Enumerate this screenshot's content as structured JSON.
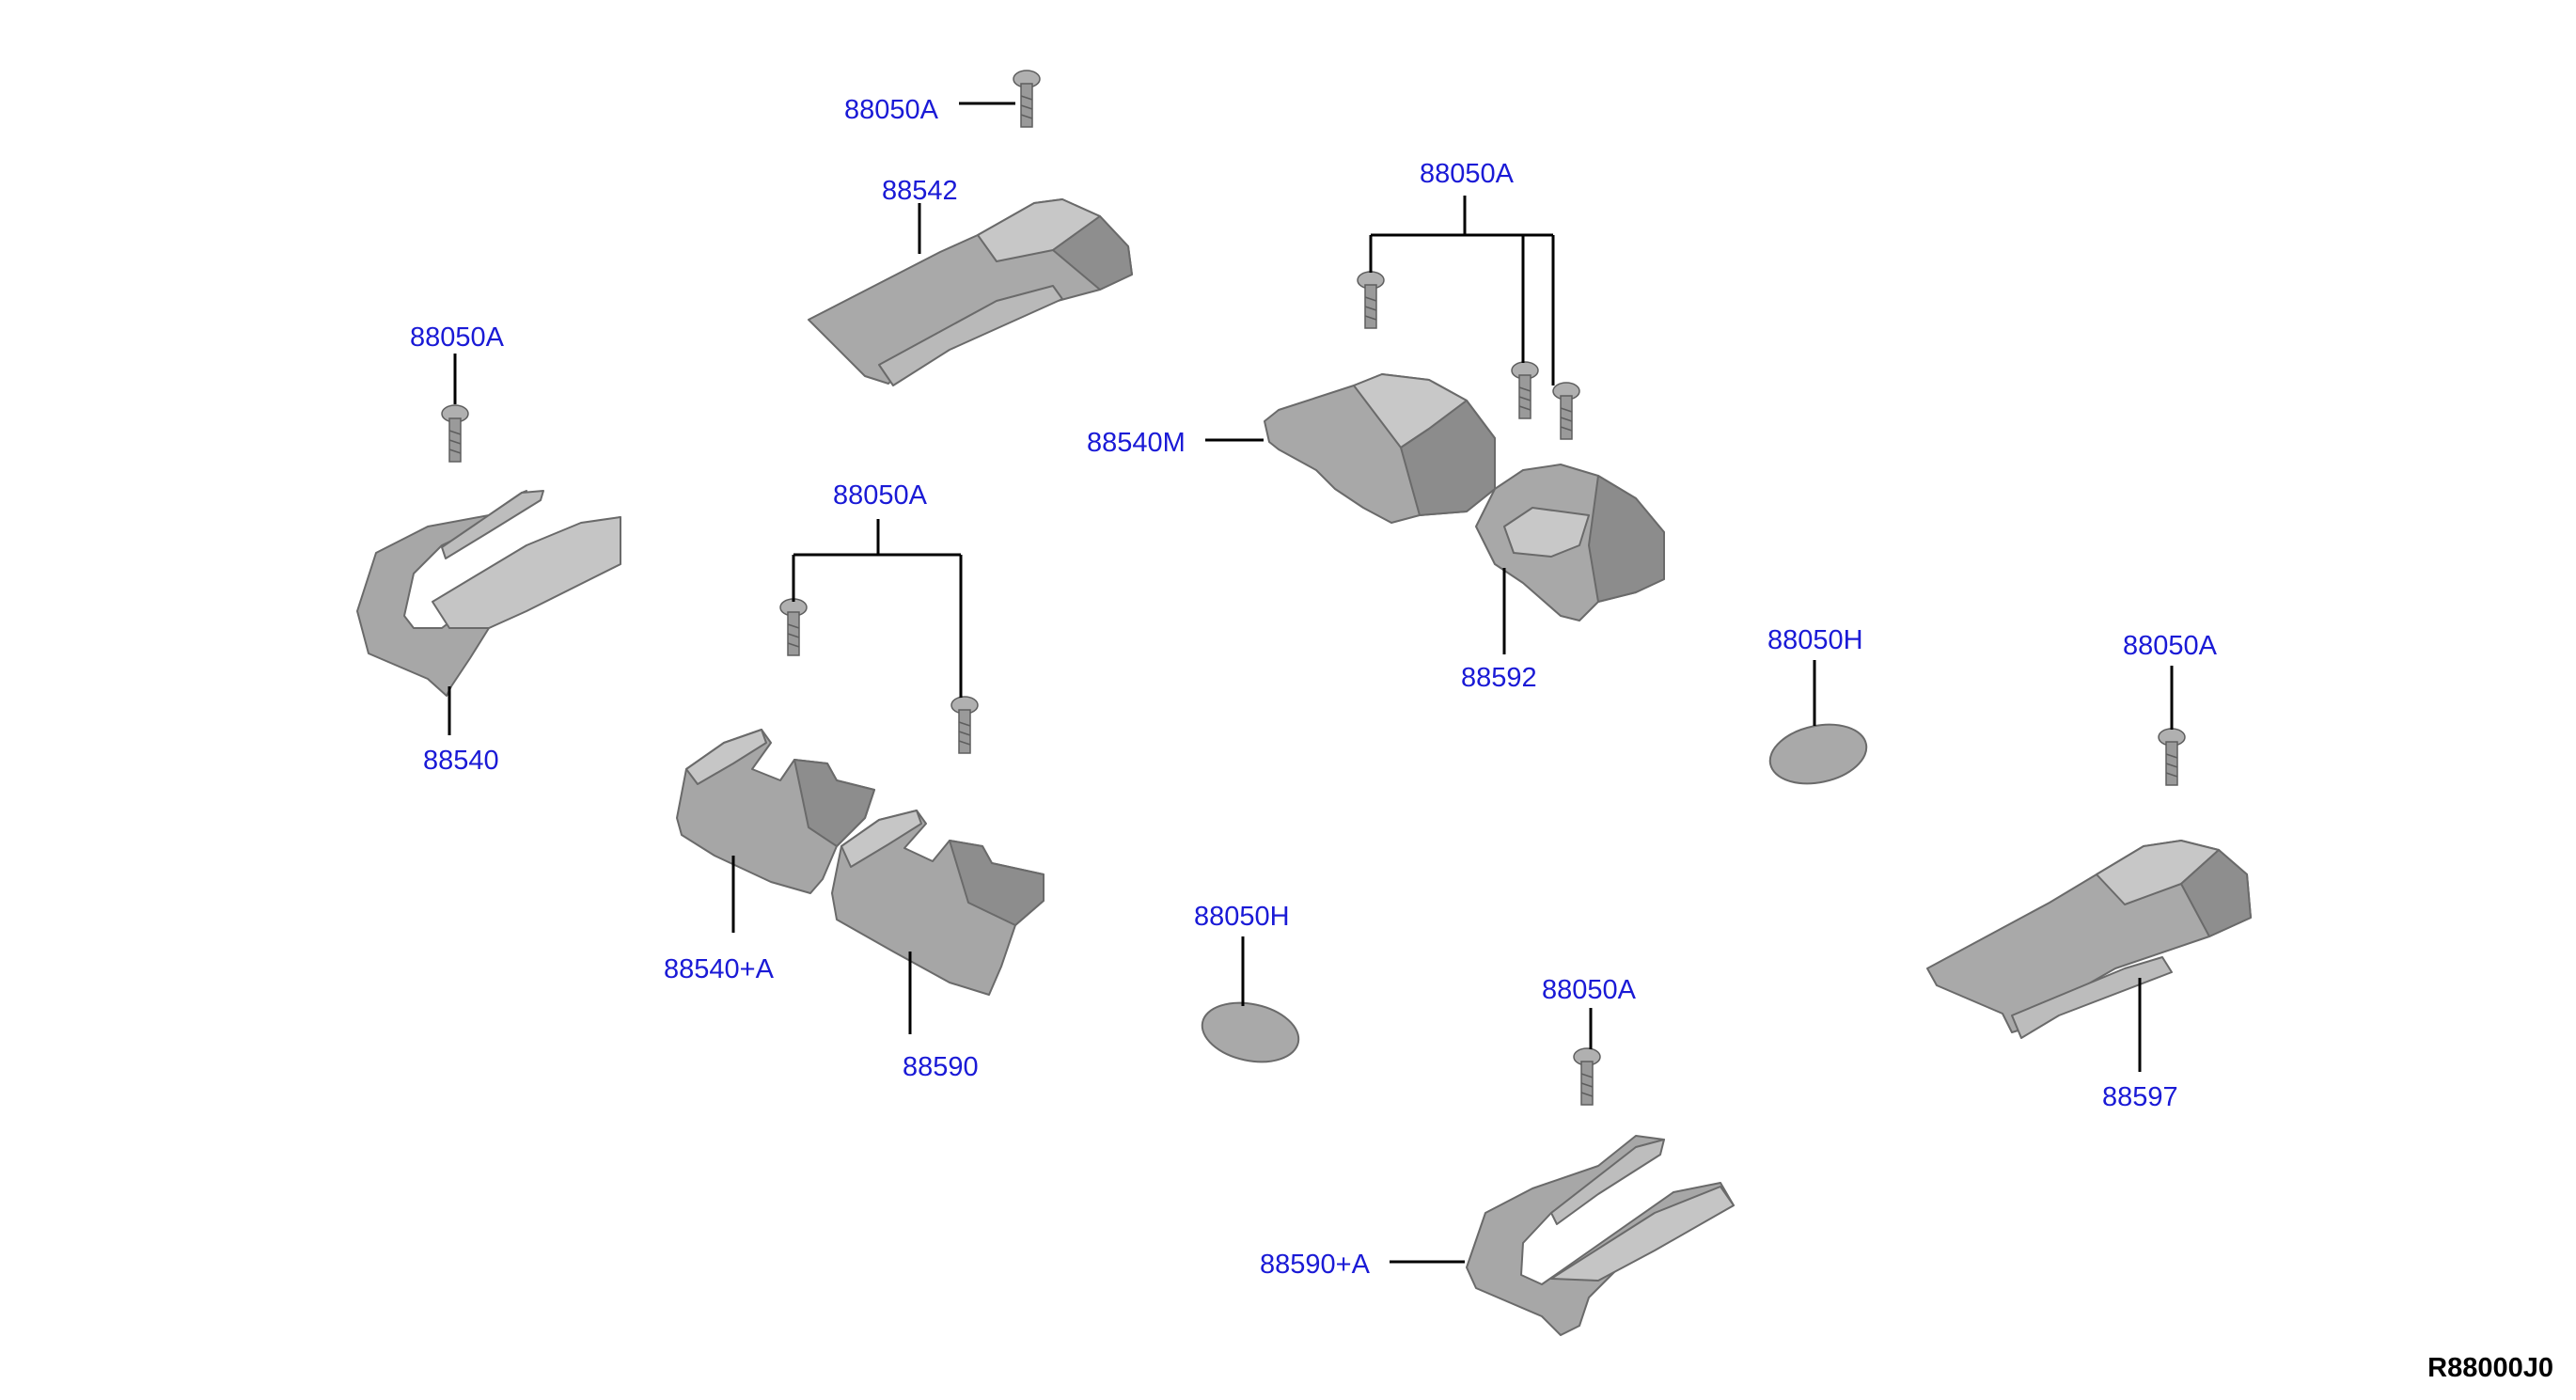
{
  "colors": {
    "callout_text": "#1a1ad6",
    "leader_line": "#000000",
    "part_fill": "#a6a6a6",
    "part_light": "#c9c9c9",
    "part_dark": "#7a7a7a",
    "ref_text": "#000000"
  },
  "callouts": {
    "screw_top": "88050A",
    "cover_88542": "88542",
    "screw_left": "88050A",
    "cover_88540": "88540",
    "screw_center_left": "88050A",
    "cover_88540_a": "88540+A",
    "cover_88590": "88590",
    "screw_center_right": "88050A",
    "cover_88540m": "88540M",
    "cover_88592": "88592",
    "cap_right": "88050H",
    "cap_center": "88050H",
    "screw_right": "88050A",
    "cover_88597": "88597",
    "screw_bottom": "88050A",
    "cover_88590_a": "88590+A"
  },
  "reference": "R88000J0"
}
